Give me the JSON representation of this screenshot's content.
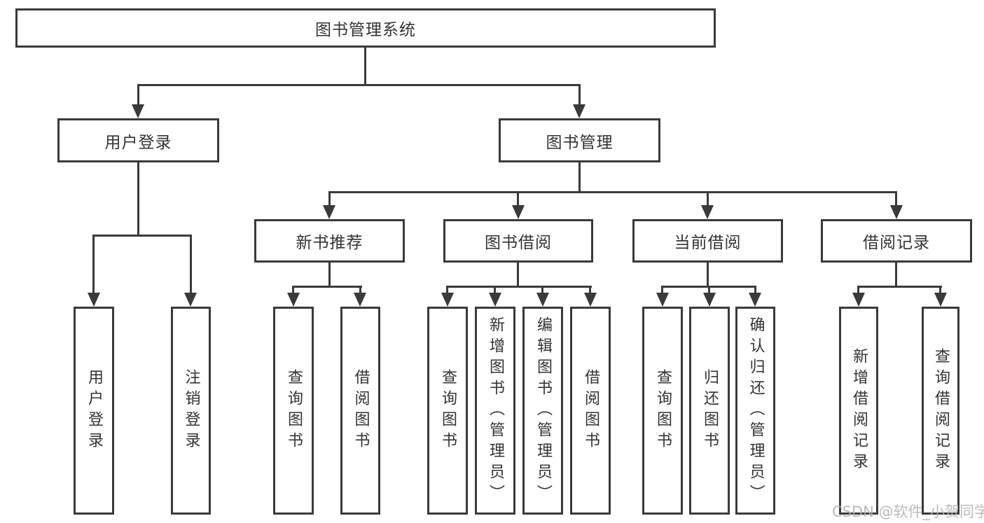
{
  "tree": {
    "label": "图书管理系统",
    "children": [
      {
        "label": "用户登录",
        "children": [
          {
            "label": "用户登录"
          },
          {
            "label": "注销登录"
          }
        ]
      },
      {
        "label": "图书管理",
        "children": [
          {
            "label": "新书推荐",
            "children": [
              {
                "label": "查询图书"
              },
              {
                "label": "借阅图书"
              }
            ]
          },
          {
            "label": "图书借阅",
            "children": [
              {
                "label": "查询图书"
              },
              {
                "label": "新增图书（管理员）"
              },
              {
                "label": "编辑图书（管理员）"
              },
              {
                "label": "借阅图书"
              }
            ]
          },
          {
            "label": "当前借阅",
            "children": [
              {
                "label": "查询图书"
              },
              {
                "label": "归还图书"
              },
              {
                "label": "确认归还（管理员）"
              }
            ]
          },
          {
            "label": "借阅记录",
            "children": [
              {
                "label": "新增借阅记录"
              },
              {
                "label": "查询借阅记录"
              }
            ]
          }
        ]
      }
    ]
  },
  "watermark": "CSDN @软件_小贺同学",
  "colors": {
    "line": "#3a3a3a",
    "text": "#333333",
    "background": "#ffffff",
    "watermark": "#b2b2b2"
  }
}
